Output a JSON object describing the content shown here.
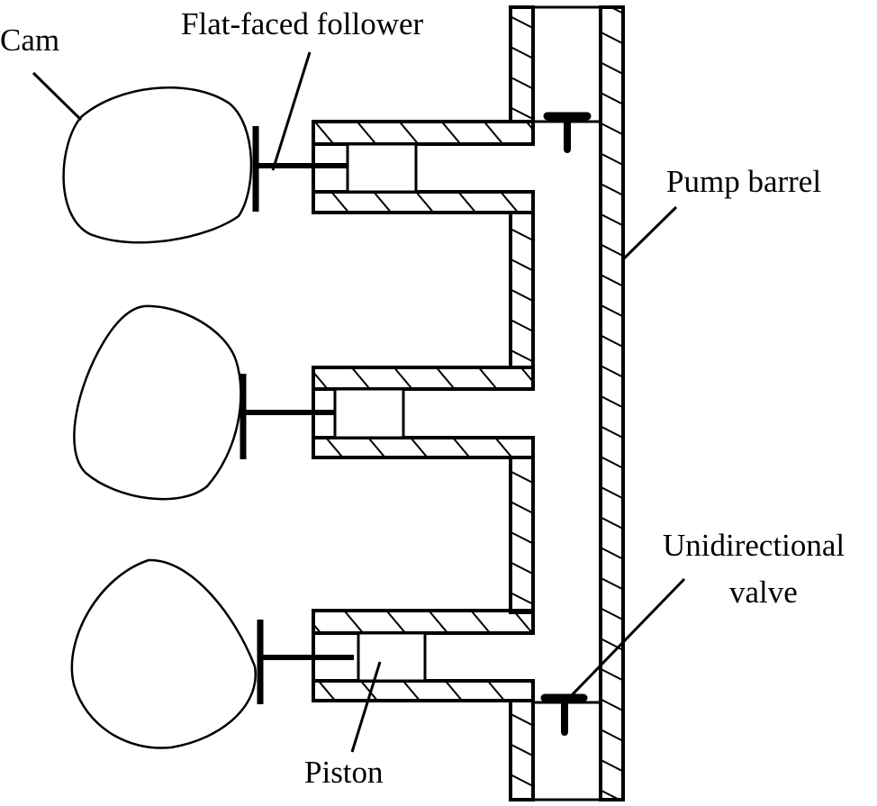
{
  "figure": {
    "type": "schematic",
    "subject": "cam-driven multi-piston pump"
  },
  "labels": {
    "cam": "Cam",
    "follower": "Flat-faced follower",
    "pump_barrel": "Pump barrel",
    "valve_line1": "Unidirectional",
    "valve_line2": "valve",
    "piston": "Piston"
  },
  "components": {
    "cams": [
      {
        "id": "cam-top"
      },
      {
        "id": "cam-middle"
      },
      {
        "id": "cam-bottom"
      }
    ],
    "cylinders": [
      {
        "id": "cylinder-top"
      },
      {
        "id": "cylinder-middle"
      },
      {
        "id": "cylinder-bottom"
      }
    ],
    "valves": [
      {
        "id": "valve-top"
      },
      {
        "id": "valve-bottom"
      }
    ]
  },
  "colors": {
    "stroke": "#000000",
    "background": "#ffffff"
  }
}
